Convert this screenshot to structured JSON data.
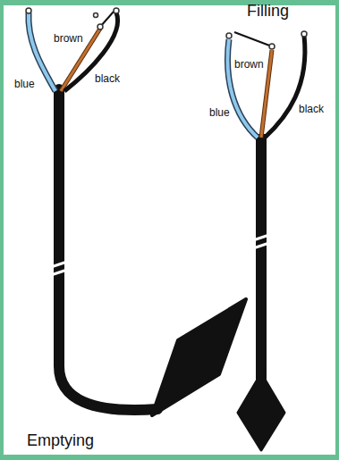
{
  "diagram": {
    "labels": [
      "Filling",
      "brown",
      "blue",
      "black",
      "brown",
      "blue",
      "black",
      "Emptying"
    ]
  }
}
